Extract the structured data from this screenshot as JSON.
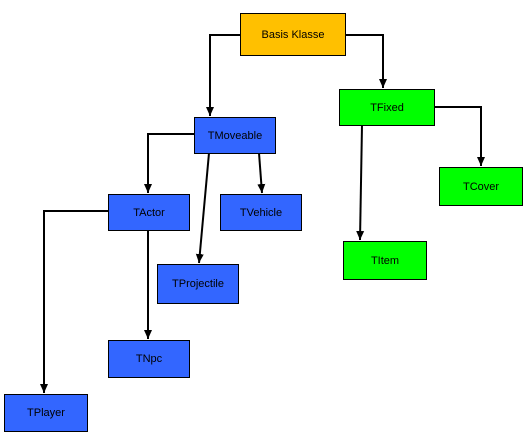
{
  "diagram": {
    "colors": {
      "root": "#FFC000",
      "moveable": "#3366FF",
      "fixed": "#00FF00",
      "edge": "#000000",
      "border": "#000000"
    },
    "nodes": {
      "basis": {
        "label": "Basis Klasse",
        "group": "root"
      },
      "moveable": {
        "label": "TMoveable",
        "group": "moveable"
      },
      "fixed": {
        "label": "TFixed",
        "group": "fixed"
      },
      "actor": {
        "label": "TActor",
        "group": "moveable"
      },
      "vehicle": {
        "label": "TVehicle",
        "group": "moveable"
      },
      "projectile": {
        "label": "TProjectile",
        "group": "moveable"
      },
      "npc": {
        "label": "TNpc",
        "group": "moveable"
      },
      "player": {
        "label": "TPlayer",
        "group": "moveable"
      },
      "item": {
        "label": "TItem",
        "group": "fixed"
      },
      "cover": {
        "label": "TCover",
        "group": "fixed"
      }
    },
    "edges": [
      {
        "from": "basis",
        "to": "moveable"
      },
      {
        "from": "basis",
        "to": "fixed"
      },
      {
        "from": "moveable",
        "to": "actor"
      },
      {
        "from": "moveable",
        "to": "vehicle"
      },
      {
        "from": "moveable",
        "to": "projectile"
      },
      {
        "from": "actor",
        "to": "npc"
      },
      {
        "from": "actor",
        "to": "player"
      },
      {
        "from": "fixed",
        "to": "item"
      },
      {
        "from": "fixed",
        "to": "cover"
      }
    ]
  }
}
